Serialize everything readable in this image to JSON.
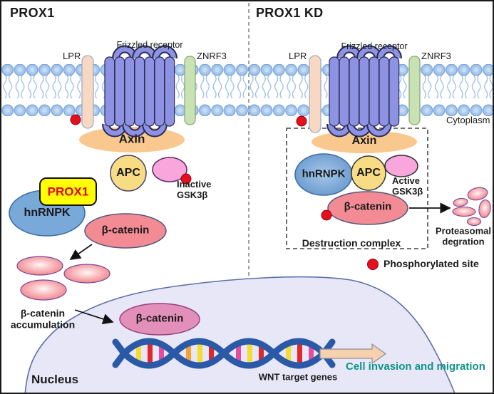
{
  "left_panel": {
    "title": "PROX1",
    "lpr": "LPR",
    "frizzled": "Frizzled receptor",
    "znrf3": "ZNRF3",
    "axin": "Axin",
    "apc": "APC",
    "inactive_gsk3b": "Inactive\nGSK3β",
    "prox1": "PROX1",
    "hnrnpk": "hnRNPK",
    "b_catenin": "β-catenin",
    "b_catenin_accumulation": "β-catenin\naccumulation"
  },
  "right_panel": {
    "title": "PROX1 KD",
    "lpr": "LPR",
    "frizzled": "Frizzled receptor",
    "znrf3": "ZNRF3",
    "cytoplasm": "Cytoplasm",
    "axin": "Axin",
    "hnrnpk": "hnRNPK",
    "apc": "APC",
    "active_gsk3b": "Active\nGSK3β",
    "b_catenin": "β-catenin",
    "destruction_complex": "Destruction complex",
    "proteasomal_degration": "Proteasomal\ndegration",
    "phosphorylated_site": "Phosphorylated site"
  },
  "nucleus": {
    "label": "Nucleus",
    "b_catenin": "β-catenin",
    "wnt_target_genes": "WNT target genes",
    "outcome": "Cell invasion and migration"
  },
  "colors": {
    "membrane_head": "#a9c9ec",
    "receptor_purple": "#8e92e3",
    "lpr_peach": "#f8d8c2",
    "znrf3_green": "#c9e2b3",
    "axin_orange": "#f8c88e",
    "apc_yellow": "#f8dc84",
    "gsk3b_pink": "#f8a6dc",
    "hnrnpk_blue": "#79a9d9",
    "b_catenin_red": "#f28b93",
    "prox1_yellow": "#ffff00",
    "prox1_text_red": "#e8000d",
    "nucleus_lavender": "#e7e7f8",
    "phospho_red": "#e60f1e",
    "outcome_teal": "#0e9488"
  }
}
